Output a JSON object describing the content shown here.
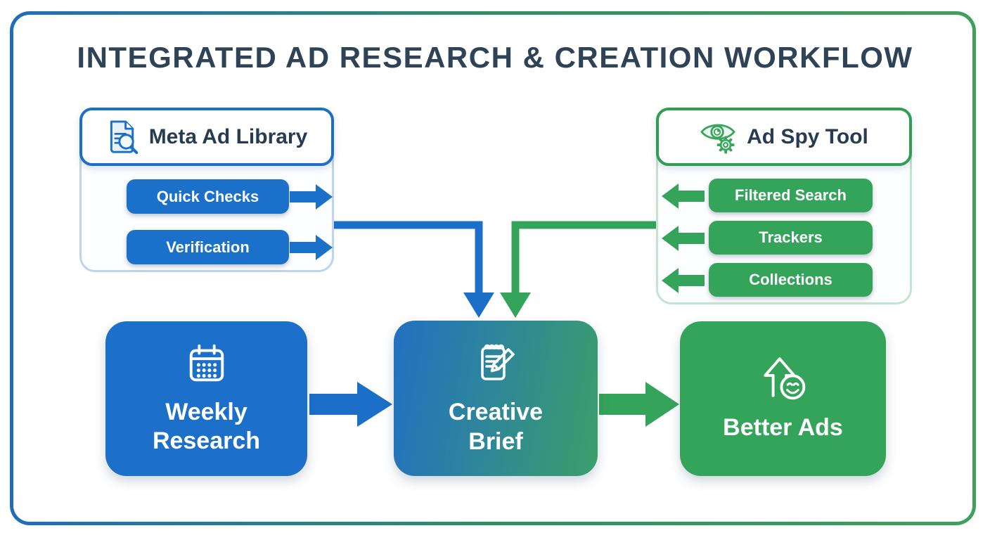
{
  "title": "INTEGRATED AD RESEARCH & CREATION WORKFLOW",
  "colors": {
    "blue": "#1b6fc9",
    "green": "#34a45a",
    "dark_text": "#2e4456",
    "light_blue_border": "#bed4ee",
    "light_green_border": "#c3e4cd",
    "gradient_node_left": "#2270c3",
    "gradient_node_right": "#3b9f6a"
  },
  "meta_ad_library": {
    "label": "Meta Ad Library",
    "icon": "document-search-icon",
    "items": [
      {
        "label": "Quick Checks"
      },
      {
        "label": "Verification"
      }
    ]
  },
  "ad_spy_tool": {
    "label": "Ad Spy Tool",
    "icon": "eye-gear-icon",
    "items": [
      {
        "label": "Filtered Search"
      },
      {
        "label": "Trackers"
      },
      {
        "label": "Collections"
      }
    ]
  },
  "flow_nodes": [
    {
      "label": "Weekly Research",
      "icon": "calendar-icon"
    },
    {
      "label": "Creative Brief",
      "icon": "notepad-pencil-icon"
    },
    {
      "label": "Better Ads",
      "icon": "arrow-up-smiley-icon"
    }
  ]
}
